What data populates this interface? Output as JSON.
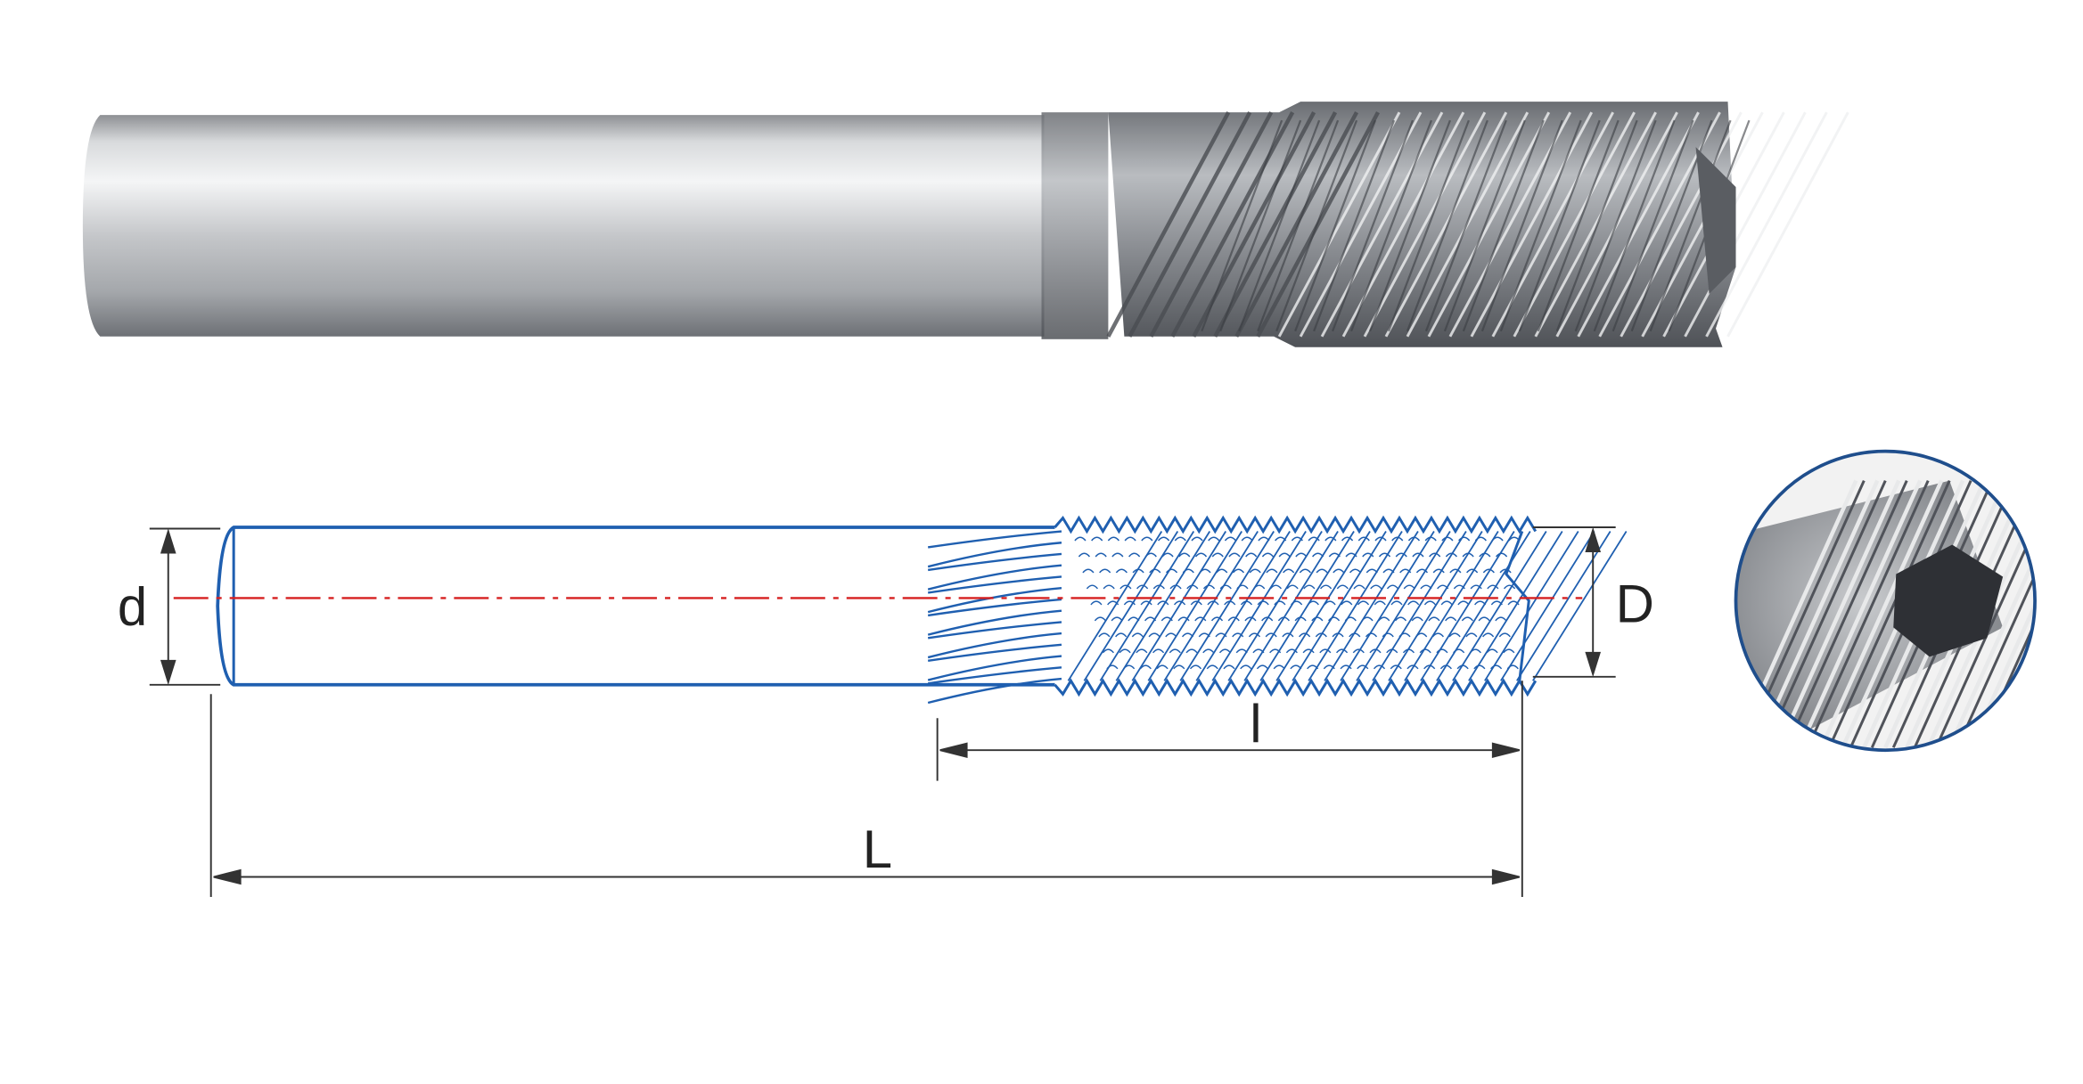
{
  "labels": {
    "shank_diameter": "d",
    "cutting_diameter": "D",
    "cutting_length": "l",
    "overall_length": "L"
  },
  "colors": {
    "outline": "#1f5fb0",
    "centerline": "#d62020",
    "dimension": "#333333",
    "circle": "#1f4e8c"
  }
}
